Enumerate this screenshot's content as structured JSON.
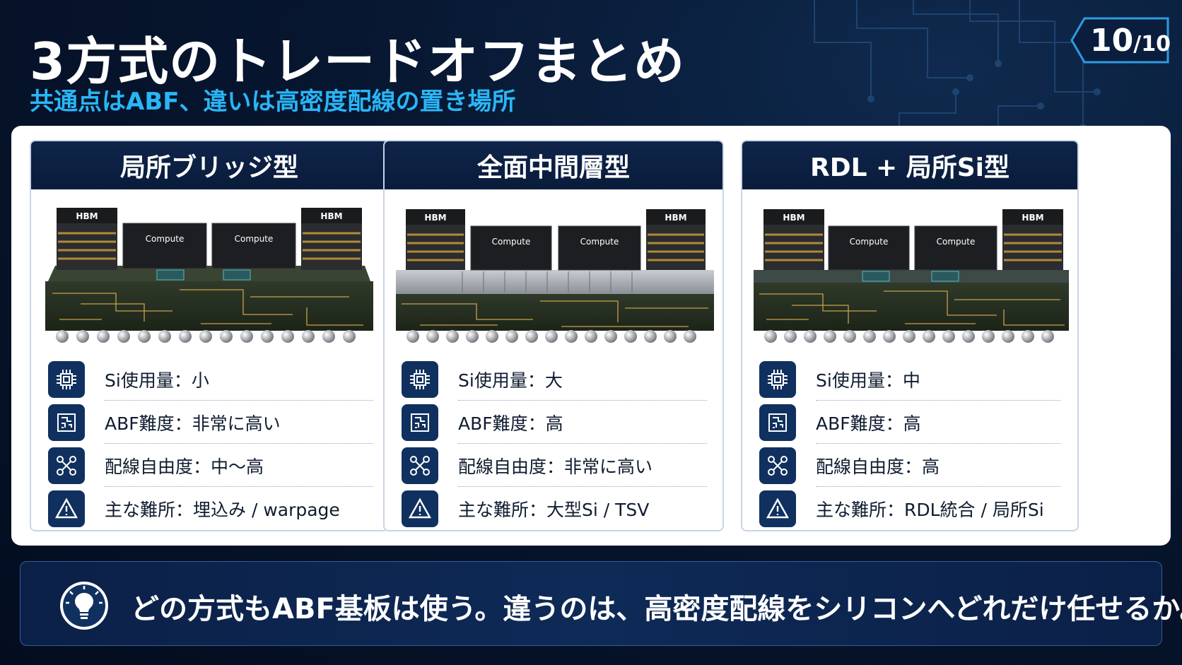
{
  "header": {
    "title": "3方式のトレードオフまとめ",
    "subtitle": "共通点はABF、違いは高密度配線の置き場所"
  },
  "page": {
    "current": "10",
    "total": "/10"
  },
  "chip_labels": {
    "hbm": "HBM",
    "compute": "Compute"
  },
  "cards": [
    {
      "title": "局所ブリッジ型",
      "attrs": [
        {
          "icon": "chip-icon",
          "label": "Si使用量：小"
        },
        {
          "icon": "substrate-icon",
          "label": "ABF難度：非常に高い"
        },
        {
          "icon": "network-icon",
          "label": "配線自由度：中〜高"
        },
        {
          "icon": "warning-icon",
          "label": "主な難所：埋込み / warpage"
        }
      ]
    },
    {
      "title": "全面中間層型",
      "attrs": [
        {
          "icon": "chip-icon",
          "label": "Si使用量：大"
        },
        {
          "icon": "substrate-icon",
          "label": "ABF難度：高"
        },
        {
          "icon": "network-icon",
          "label": "配線自由度：非常に高い"
        },
        {
          "icon": "warning-icon",
          "label": "主な難所：大型Si / TSV"
        }
      ]
    },
    {
      "title": "RDL + 局所Si型",
      "attrs": [
        {
          "icon": "chip-icon",
          "label": "Si使用量：中"
        },
        {
          "icon": "substrate-icon",
          "label": "ABF難度：高"
        },
        {
          "icon": "network-icon",
          "label": "配線自由度：高"
        },
        {
          "icon": "warning-icon",
          "label": "主な難所：RDL統合 / 局所Si"
        }
      ]
    }
  ],
  "summary": {
    "icon": "lightbulb-icon",
    "text": "どの方式もABF基板は使う。違うのは、高密度配線をシリコンへどれだけ任せるか。"
  },
  "colors": {
    "background": "#061530",
    "accent": "#29b6f6",
    "header": "#0e2449",
    "icon_bg": "#10315f"
  }
}
